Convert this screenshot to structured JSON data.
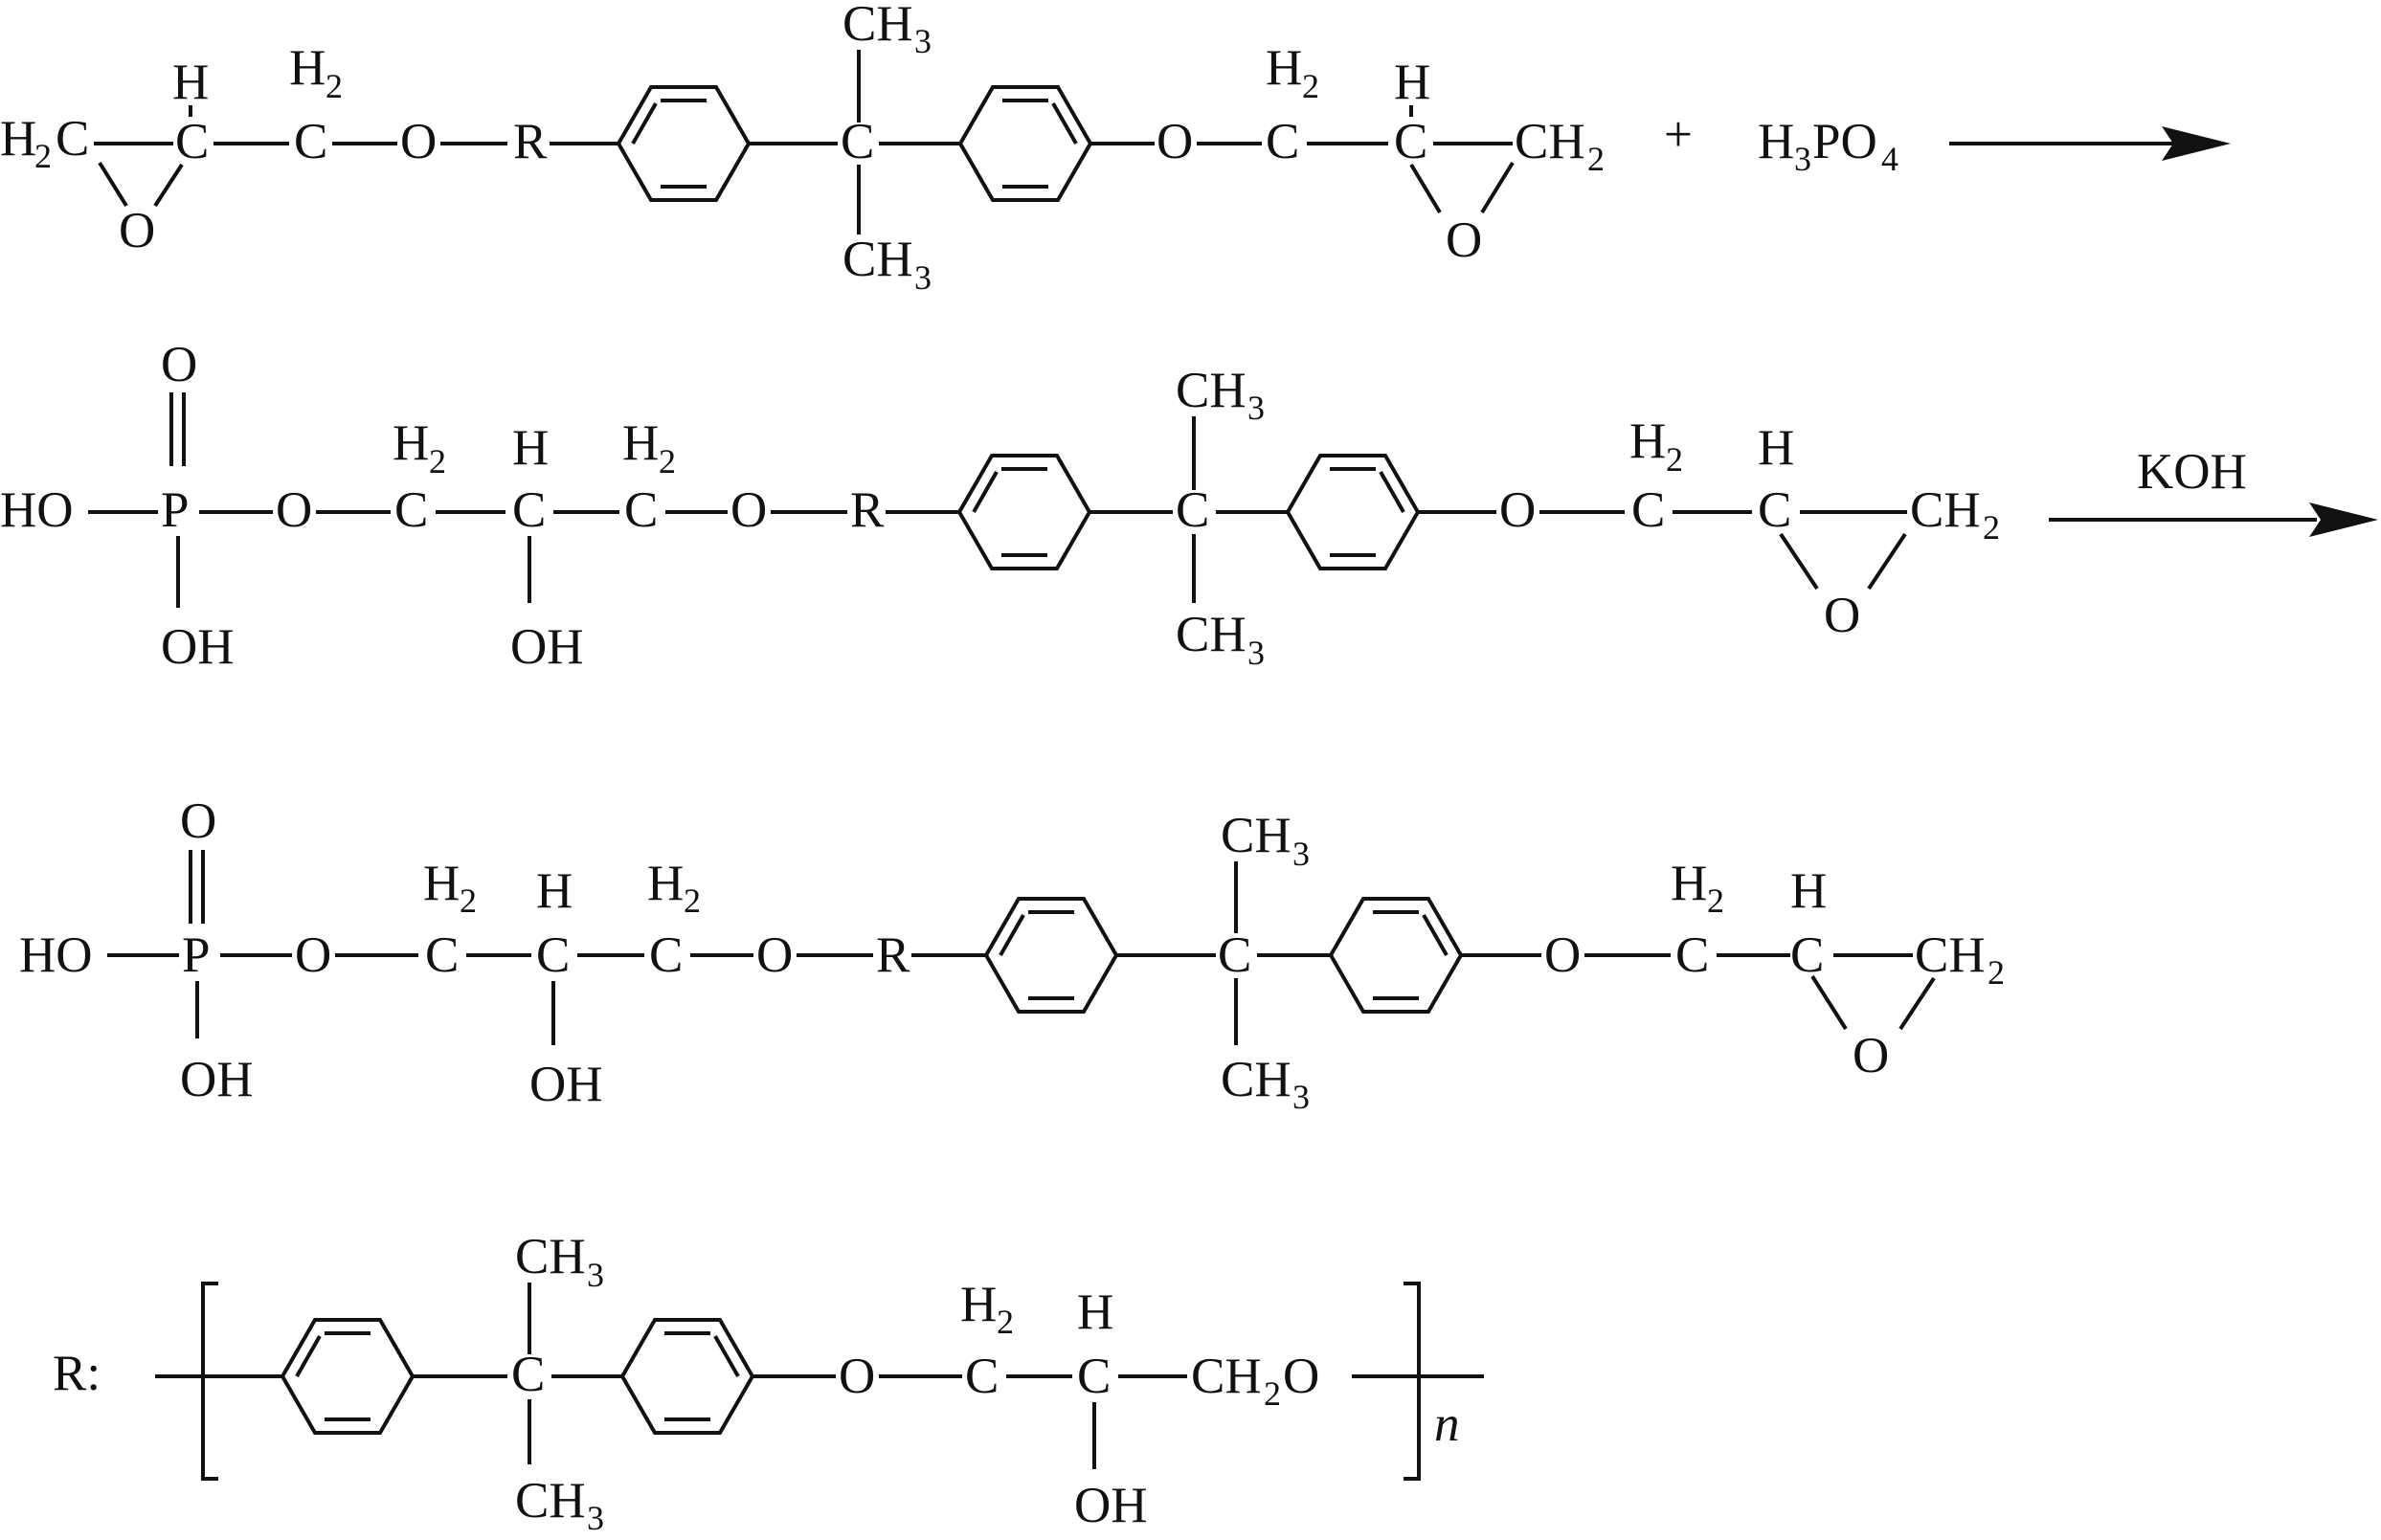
{
  "scheme": {
    "atoms": {
      "c": "C",
      "o": "O",
      "r": "R",
      "p": "P",
      "h": "H",
      "h2": "H",
      "two": "2",
      "ch3": "CH",
      "three": "3",
      "ch2": "CH",
      "oh": "OH",
      "ho": "HO",
      "h2c_h": "H",
      "h2c_c": "C"
    },
    "reaction1": {
      "plus": "+",
      "acid_h": "H",
      "acid_sub3": "3",
      "acid_po": "PO",
      "acid_sub4": "4"
    },
    "reaction2": {
      "reagent": "KOH"
    },
    "r_definition": {
      "label": "R:",
      "ch2o_ch": "CH",
      "ch2o_sub": "2",
      "ch2o_o": "O",
      "repeat_index": "n"
    }
  }
}
